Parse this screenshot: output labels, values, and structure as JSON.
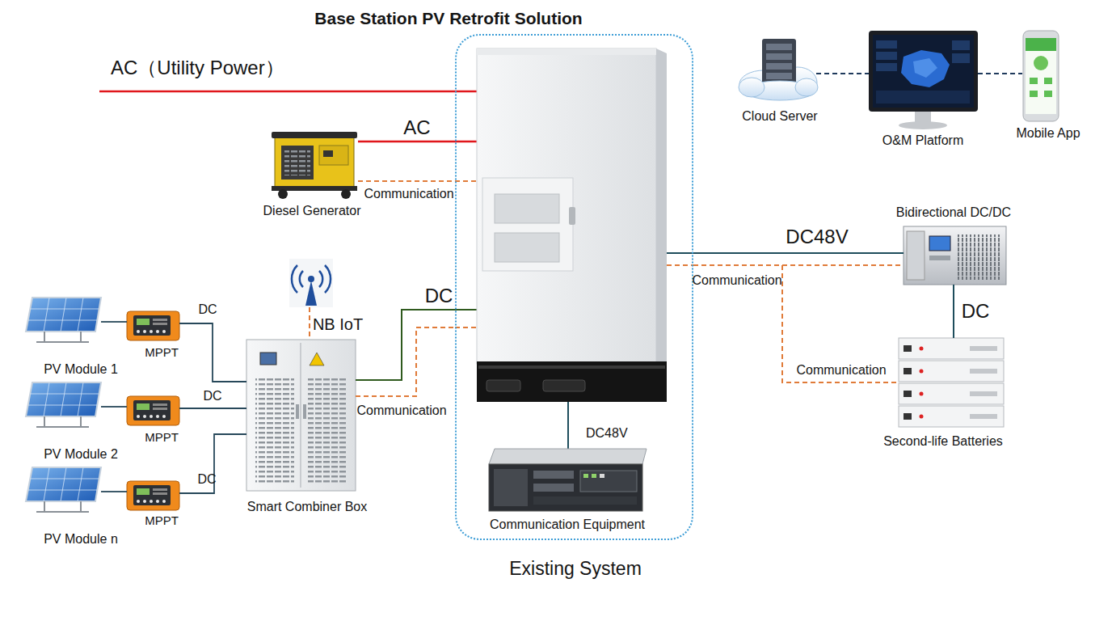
{
  "diagram": {
    "title": "Base Station PV Retrofit Solution",
    "nodes": [
      {
        "text": [
          "Cloud Server"
        ]
      },
      {
        "text": [
          "O&M Platform"
        ]
      },
      {
        "text": [
          "Mobile App"
        ]
      },
      {
        "text": [
          "Diesel Generator"
        ]
      },
      {
        "text": [
          "Existing System"
        ]
      },
      {
        "text": [
          "Communication Equipment"
        ],
        "in": 4
      },
      {
        "text": [
          "Bidirectional DC/DC"
        ]
      },
      {
        "text": [
          "Second-life Batteries"
        ]
      },
      {
        "text": [
          "NB IoT"
        ]
      },
      {
        "text": [
          "PV Module 1"
        ]
      },
      {
        "text": [
          "MPPT"
        ]
      },
      {
        "text": [
          "PV Module 2"
        ]
      },
      {
        "text": [
          "MPPT"
        ]
      },
      {
        "text": [
          "PV Module n"
        ]
      },
      {
        "text": [
          "MPPT"
        ]
      },
      {
        "text": [
          "Smart Combiner Box"
        ]
      }
    ],
    "edges": [
      {
        "from": 0,
        "to": 1,
        "arrow": "none"
      },
      {
        "from": 1,
        "to": 2,
        "arrow": "none"
      },
      {
        "from": 3,
        "to": 4,
        "label": "AC",
        "arrow": "none"
      },
      {
        "from": 3,
        "to": 4,
        "label": "Communication",
        "arrow": "none"
      },
      {
        "from": 4,
        "to": 6,
        "label": "DC48V",
        "arrow": "none"
      },
      {
        "from": 4,
        "to": 6,
        "label": "Communication",
        "arrow": "none"
      },
      {
        "from": 4,
        "to": 7,
        "label": "Communication",
        "arrow": "none"
      },
      {
        "from": 6,
        "to": 7,
        "label": "DC",
        "arrow": "none"
      },
      {
        "from": 8,
        "to": 15,
        "arrow": "none"
      },
      {
        "from": 9,
        "to": 10,
        "arrow": "none"
      },
      {
        "from": 10,
        "to": 15,
        "label": "DC",
        "arrow": "none"
      },
      {
        "from": 11,
        "to": 12,
        "arrow": "none"
      },
      {
        "from": 12,
        "to": 15,
        "label": "DC",
        "arrow": "none"
      },
      {
        "from": 13,
        "to": 14,
        "arrow": "none"
      },
      {
        "from": 14,
        "to": 15,
        "label": "DC",
        "arrow": "none"
      },
      {
        "from": 15,
        "to": 4,
        "label": "DC",
        "arrow": "none"
      },
      {
        "from": 15,
        "to": 4,
        "label": "Communication",
        "arrow": "none"
      }
    ],
    "labels": [
      "AC（Utility Power）",
      "DC48V"
    ]
  }
}
